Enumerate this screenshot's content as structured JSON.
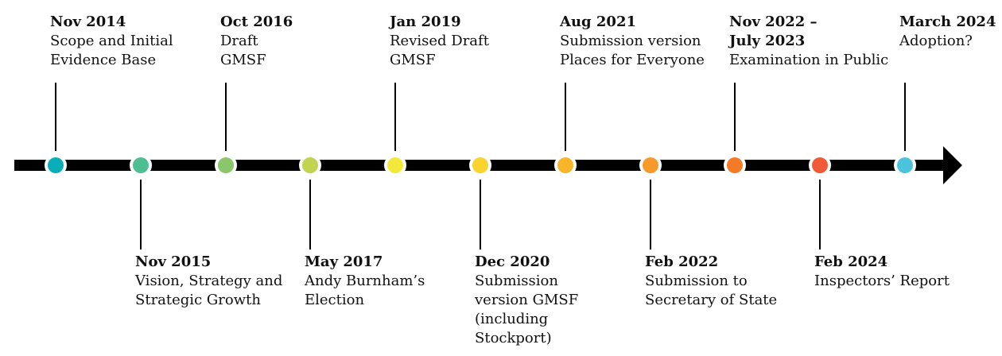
{
  "colors": {
    "axis": "#000000",
    "nodes": [
      "#0aaeb9",
      "#4dbf92",
      "#8ac66a",
      "#c0d450",
      "#f3e83a",
      "#fbd32e",
      "#f9b52a",
      "#f79a29",
      "#f57a27",
      "#f05a36",
      "#4cc3dc"
    ]
  },
  "events": [
    {
      "date": "Nov 2014",
      "desc": "Scope and Initial\nEvidence Base",
      "position": "top"
    },
    {
      "date": "Nov 2015",
      "desc": "Vision, Strategy and\nStrategic Growth",
      "position": "bottom"
    },
    {
      "date": "Oct 2016",
      "desc": "Draft\nGMSF",
      "position": "top"
    },
    {
      "date": "May 2017",
      "desc": "Andy Burnham’s\nElection",
      "position": "bottom"
    },
    {
      "date": "Jan 2019",
      "desc": "Revised Draft\nGMSF",
      "position": "top"
    },
    {
      "date": "Dec 2020",
      "desc": "Submission\nversion GMSF\n(including\nStockport)",
      "position": "bottom"
    },
    {
      "date": "Aug 2021",
      "desc": "Submission version\nPlaces for Everyone",
      "position": "top"
    },
    {
      "date": "Feb 2022",
      "desc": "Submission to\nSecretary of State",
      "position": "bottom"
    },
    {
      "date": "Nov 2022 –\nJuly 2023",
      "desc": "Examination in Public",
      "position": "top"
    },
    {
      "date": "Feb 2024",
      "desc": "Inspectors’ Report",
      "position": "bottom"
    },
    {
      "date": "March 2024",
      "desc": "Adoption?",
      "position": "top"
    }
  ]
}
